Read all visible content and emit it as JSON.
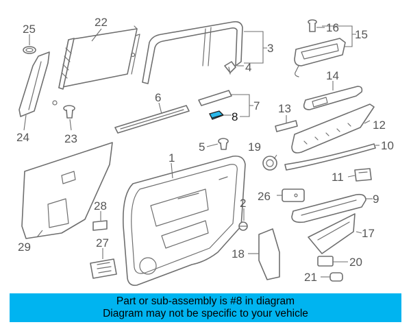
{
  "diagram": {
    "highlight_color": "#29b8ea",
    "banner_color": "#00b4f0",
    "callouts": [
      {
        "id": "c1",
        "label": "1",
        "highlight": false
      },
      {
        "id": "c2",
        "label": "2",
        "highlight": false
      },
      {
        "id": "c3",
        "label": "3",
        "highlight": false
      },
      {
        "id": "c4",
        "label": "4",
        "highlight": false
      },
      {
        "id": "c5",
        "label": "5",
        "highlight": false
      },
      {
        "id": "c6",
        "label": "6",
        "highlight": false
      },
      {
        "id": "c7",
        "label": "7",
        "highlight": false
      },
      {
        "id": "c8",
        "label": "8",
        "highlight": true
      },
      {
        "id": "c9",
        "label": "9",
        "highlight": false
      },
      {
        "id": "c10",
        "label": "10",
        "highlight": false
      },
      {
        "id": "c11",
        "label": "11",
        "highlight": false
      },
      {
        "id": "c12",
        "label": "12",
        "highlight": false
      },
      {
        "id": "c13",
        "label": "13",
        "highlight": false
      },
      {
        "id": "c14",
        "label": "14",
        "highlight": false
      },
      {
        "id": "c15",
        "label": "15",
        "highlight": false
      },
      {
        "id": "c16",
        "label": "16",
        "highlight": false
      },
      {
        "id": "c17",
        "label": "17",
        "highlight": false
      },
      {
        "id": "c18",
        "label": "18",
        "highlight": false
      },
      {
        "id": "c19",
        "label": "19",
        "highlight": false
      },
      {
        "id": "c20",
        "label": "20",
        "highlight": false
      },
      {
        "id": "c21",
        "label": "21",
        "highlight": false
      },
      {
        "id": "c22",
        "label": "22",
        "highlight": false
      },
      {
        "id": "c23",
        "label": "23",
        "highlight": false
      },
      {
        "id": "c24",
        "label": "24",
        "highlight": false
      },
      {
        "id": "c25",
        "label": "25",
        "highlight": false
      },
      {
        "id": "c26",
        "label": "26",
        "highlight": false
      },
      {
        "id": "c27",
        "label": "27",
        "highlight": false
      },
      {
        "id": "c28",
        "label": "28",
        "highlight": false
      },
      {
        "id": "c29",
        "label": "29",
        "highlight": false
      }
    ]
  },
  "banner": {
    "line1": "Part or sub-assembly is #8 in diagram",
    "line2": "Diagram may not be specific to your vehicle"
  }
}
